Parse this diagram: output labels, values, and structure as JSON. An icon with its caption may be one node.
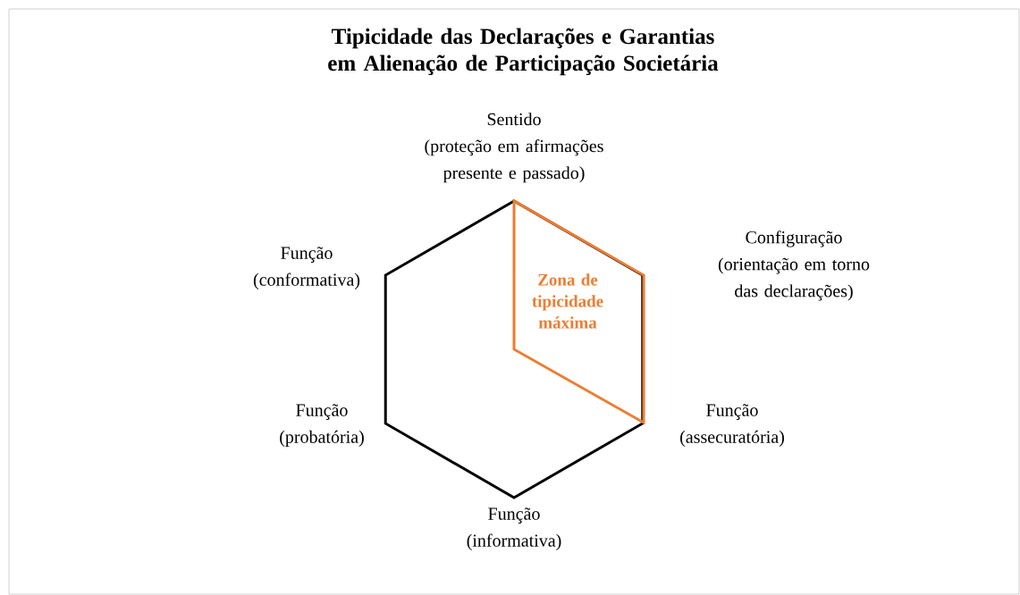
{
  "diagram": {
    "title": "Tipicidade das Declarações e Garantias em Alienação de Participação Societária",
    "nodes": [
      {
        "text": [],
        "shape": "hexagon"
      },
      {
        "text": [
          "Zona de tipicidade máxima"
        ],
        "in": 0
      }
    ],
    "labels": [
      "Sentido",
      "(proteção em afirmações presente e passado)",
      "Função",
      "(conformativa)",
      "Configuração",
      "(orientação em torno das declarações)",
      "Função",
      "(probatória)",
      "Função",
      "(assecuratória)",
      "Função",
      "(informativa)"
    ]
  }
}
